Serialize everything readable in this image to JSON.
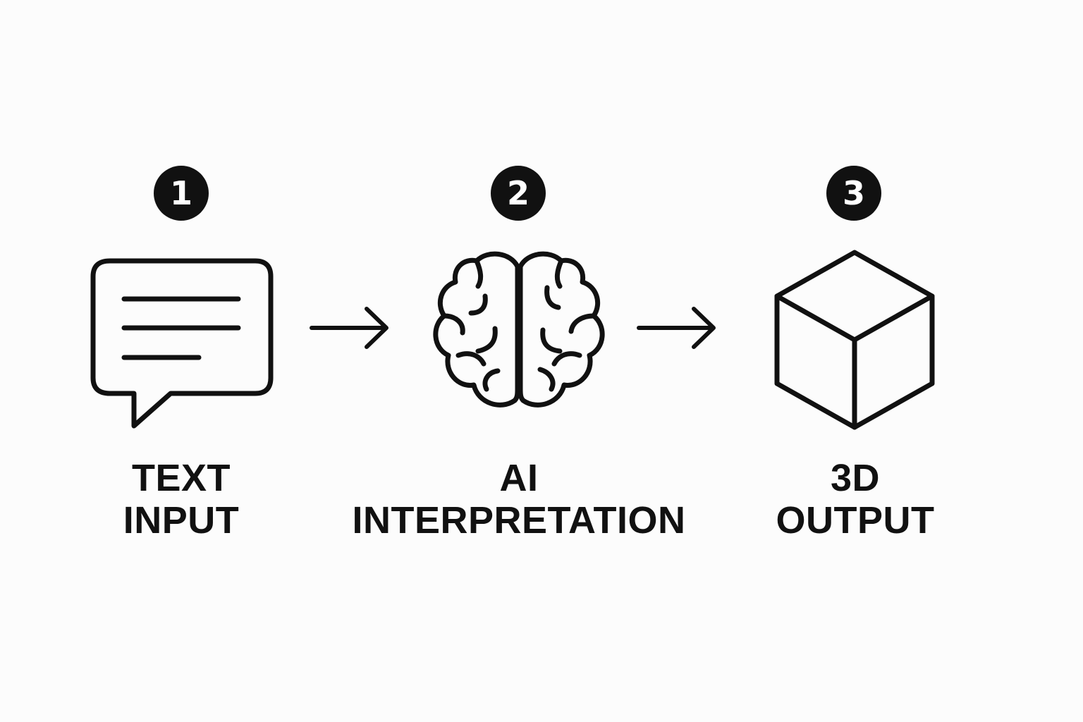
{
  "steps": [
    {
      "number": "1",
      "label_line1": "TEXT",
      "label_line2": "INPUT",
      "icon": "chat-bubble-icon"
    },
    {
      "number": "2",
      "label_line1": "AI",
      "label_line2": "INTERPRETATION",
      "icon": "brain-icon"
    },
    {
      "number": "3",
      "label_line1": "3D",
      "label_line2": "OUTPUT",
      "icon": "cube-icon"
    }
  ],
  "arrows": [
    {
      "icon": "arrow-right-icon"
    },
    {
      "icon": "arrow-right-icon"
    }
  ],
  "colors": {
    "ink": "#111111",
    "background": "#fcfcfc",
    "badge_text": "#ffffff"
  }
}
